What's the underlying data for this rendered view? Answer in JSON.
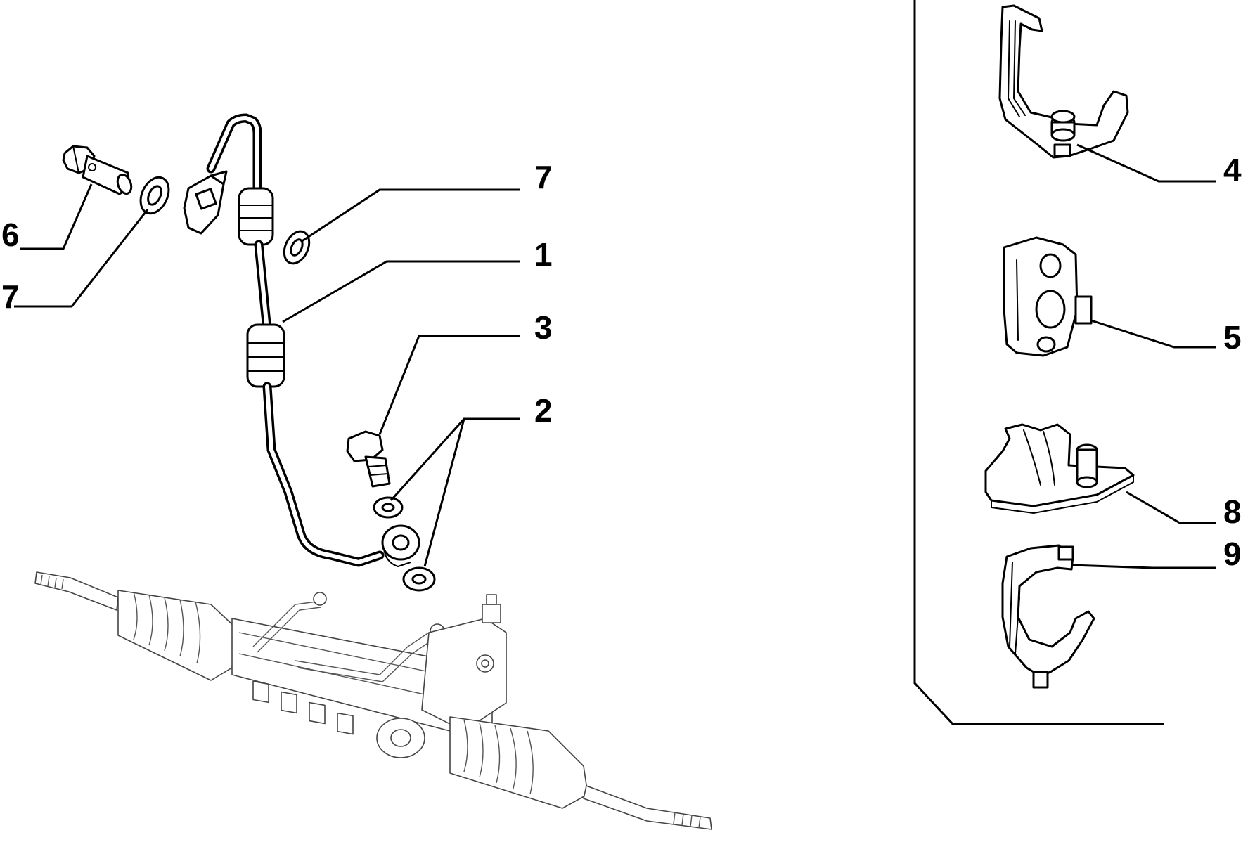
{
  "diagram": {
    "callouts": [
      {
        "id": "c6",
        "label": "6"
      },
      {
        "id": "c7a",
        "label": "7"
      },
      {
        "id": "c7b",
        "label": "7"
      },
      {
        "id": "c1",
        "label": "1"
      },
      {
        "id": "c3",
        "label": "3"
      },
      {
        "id": "c2",
        "label": "2"
      },
      {
        "id": "c4",
        "label": "4"
      },
      {
        "id": "c5",
        "label": "5"
      },
      {
        "id": "c8",
        "label": "8"
      },
      {
        "id": "c9",
        "label": "9"
      }
    ],
    "colors": {
      "line": "#000000",
      "background": "#ffffff"
    }
  }
}
